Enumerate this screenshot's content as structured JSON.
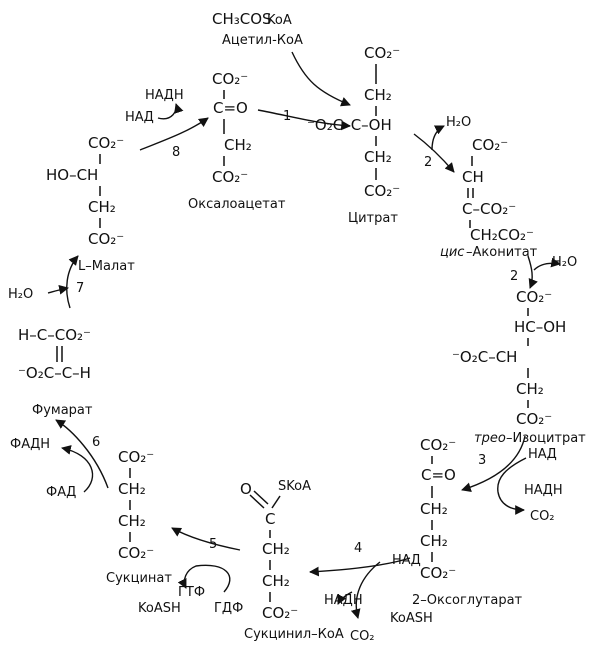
{
  "molecules": {
    "acetyl": {
      "formula_main": "CH₃COS",
      "formula_koa": "KoA",
      "name": "Ацетил-КоА"
    },
    "citrate": {
      "co2_top": "CO₂⁻",
      "ch2_top": "CH₂",
      "left": "⁻O₂C–C–OH",
      "ch2_bottom": "CH₂",
      "co2_bottom": "CO₂⁻",
      "name": "Цитрат"
    },
    "cis_aconitate": {
      "co2_top": "CO₂⁻",
      "ch": "CH",
      "c": "C–CO₂⁻",
      "ch2": "CH₂CO₂⁻",
      "name_prefix": "цис",
      "name_rest": "–Аконитат"
    },
    "isocitrate": {
      "co2_top": "CO₂⁻",
      "hc_oh": "HC–OH",
      "ch": "⁻O₂C–CH",
      "ch2": "CH₂",
      "co2_bottom": "CO₂⁻",
      "name_prefix": "трео",
      "name_rest": "–Изоцитрат"
    },
    "oxoglutarate": {
      "co2_top": "CO₂⁻",
      "c_eq_o": "C=O",
      "ch2_a": "CH₂",
      "ch2_b": "CH₂",
      "co2_bottom": "CO₂⁻",
      "name": "2–Оксоглутарат"
    },
    "succinyl_coa": {
      "skoa": "SKoA",
      "o_dbl": "O",
      "c": "C",
      "ch2_a": "CH₂",
      "ch2_b": "CH₂",
      "co2": "CO₂⁻",
      "name": "Сукцинил–КоА"
    },
    "succinate": {
      "co2_top": "CO₂⁻",
      "ch2_a": "CH₂",
      "ch2_b": "CH₂",
      "co2_bottom": "CO₂⁻",
      "name": "Сукцинат"
    },
    "fumarate": {
      "h_co2": "H–C–CO₂⁻",
      "co2_h": "⁻O₂C–C–H",
      "name": "Фумарат"
    },
    "malate": {
      "co2_top": "CO₂⁻",
      "ho_ch": "HO–CH",
      "ch2": "CH₂",
      "co2_bottom": "CO₂⁻",
      "name": "L–Малат"
    },
    "oxaloacetate": {
      "co2_top": "CO₂⁻",
      "c_eq_o": "C=O",
      "ch2": "CH₂",
      "co2_bottom": "CO₂⁻",
      "name": "Оксалоацетат"
    }
  },
  "steps": [
    "1",
    "2",
    "2",
    "3",
    "4",
    "5",
    "6",
    "7",
    "8"
  ],
  "cofactors": {
    "h2o_step2a": "H₂O",
    "h2o_step2b": "H₂O",
    "nad_step3": "НАД",
    "nadh_step3": "НАДН",
    "co2_step3": "CO₂",
    "nad_step4": "НАД",
    "koash_step4": "KoASH",
    "nadh_step4": "НАДН",
    "co2_step4": "CO₂",
    "gtp_step5": "ГТФ",
    "koash_step5": "KoASH",
    "gdp_step5": "ГДФ",
    "fadh_step6": "ФАДН",
    "fad_step6": "ФАД",
    "h2o_step7": "H₂O",
    "nad_step8": "НАД",
    "nadh_step8": "НАДН"
  }
}
